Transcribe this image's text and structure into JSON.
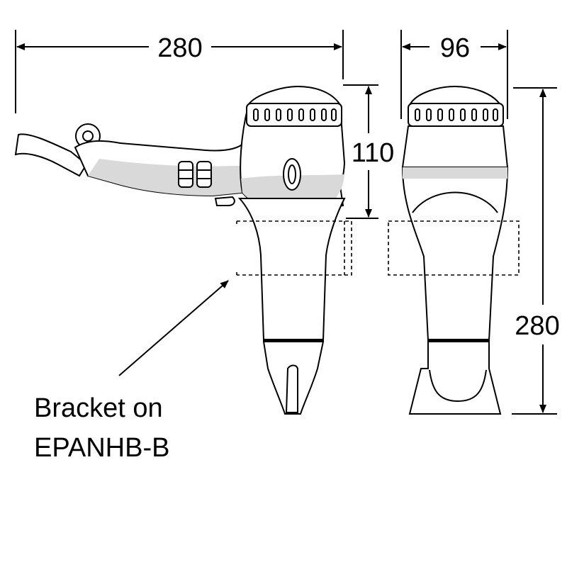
{
  "dimensions": {
    "side_width": "280",
    "front_width": "96",
    "head_height": "110",
    "total_height": "280"
  },
  "callout": {
    "line1": "Bracket on",
    "line2": "EPANHB-B"
  }
}
